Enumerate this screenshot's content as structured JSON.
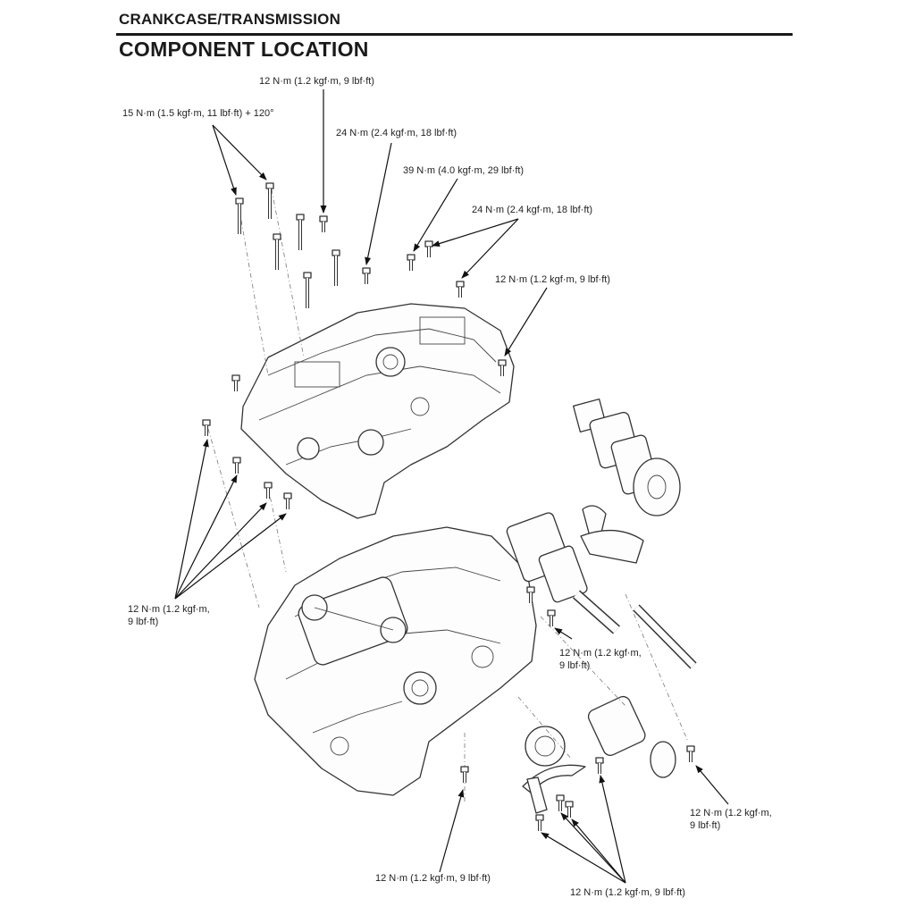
{
  "header": {
    "section": "CRANKCASE/TRANSMISSION",
    "title": "COMPONENT LOCATION"
  },
  "callouts": {
    "c1": "12 N·m (1.2 kgf·m, 9 lbf·ft)",
    "c2": "15 N·m (1.5 kgf·m, 11 lbf·ft) + 120°",
    "c3": "24 N·m (2.4 kgf·m, 18 lbf·ft)",
    "c4": "39 N·m (4.0 kgf·m, 29 lbf·ft)",
    "c5": "24 N·m (2.4 kgf·m, 18 lbf·ft)",
    "c6": "12 N·m (1.2 kgf·m, 9 lbf·ft)",
    "c7": "12 N·m (1.2 kgf·m,\n9 lbf·ft)",
    "c8": "12 N·m (1.2 kgf·m,\n9 lbf·ft)",
    "c9": "12 N·m (1.2 kgf·m,\n9 lbf·ft)",
    "c10": "12 N·m (1.2 kgf·m, 9 lbf·ft)",
    "c11": "12 N·m (1.2 kgf·m, 9 lbf·ft)"
  }
}
